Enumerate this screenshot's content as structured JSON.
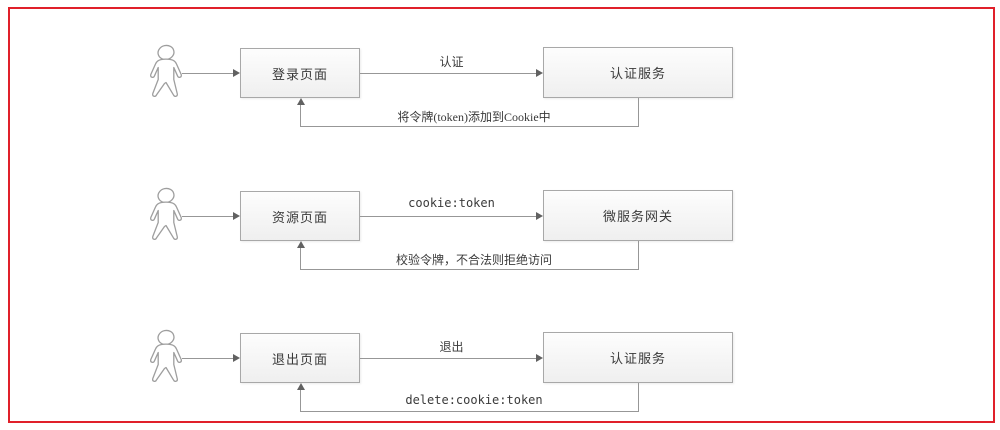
{
  "diagram": {
    "title": "token-authentication-flow",
    "frame_color": "#e0202a",
    "node_border_color": "#a8a8a8",
    "line_color": "#979797",
    "rows": [
      {
        "actor": "user",
        "left_box": "登录页面",
        "forward_label": "认证",
        "right_box": "认证服务",
        "return_label": "将令牌(token)添加到Cookie中"
      },
      {
        "actor": "user",
        "left_box": "资源页面",
        "forward_label": "cookie:token",
        "right_box": "微服务网关",
        "return_label": "校验令牌，不合法则拒绝访问"
      },
      {
        "actor": "user",
        "left_box": "退出页面",
        "forward_label": "退出",
        "right_box": "认证服务",
        "return_label": "delete:cookie:token"
      }
    ]
  }
}
